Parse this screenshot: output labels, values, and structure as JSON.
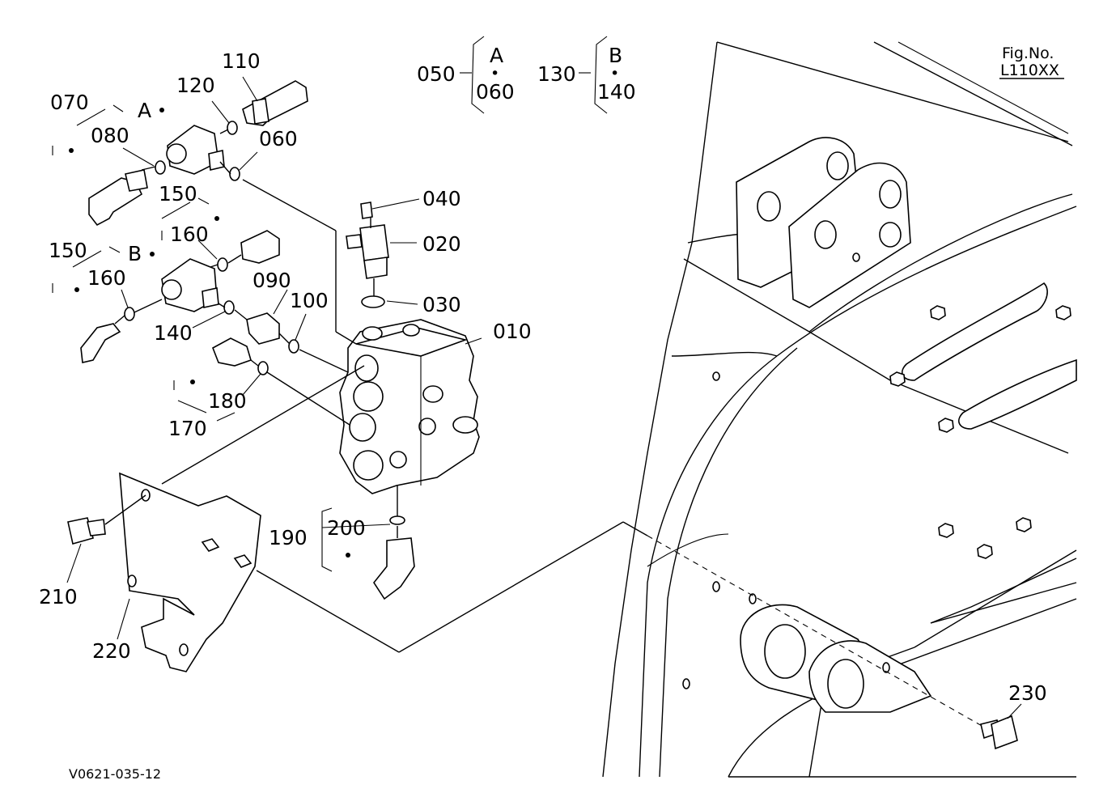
{
  "figure": {
    "fig_label": "Fig.No.",
    "fig_number": "L110XX",
    "reference_code": "V0621-035-12"
  },
  "groups": {
    "g050": {
      "id": "050",
      "variant": "A",
      "dot": "•",
      "sub": "060"
    },
    "g130": {
      "id": "130",
      "variant": "B",
      "dot": "•",
      "sub": "140"
    }
  },
  "markers": {
    "a": "A",
    "b": "B"
  },
  "callouts": [
    "010",
    "020",
    "030",
    "040",
    "060",
    "070",
    "080",
    "090",
    "100",
    "110",
    "120",
    "140",
    "150",
    "150",
    "160",
    "160",
    "170",
    "180",
    "190",
    "200",
    "210",
    "220",
    "230"
  ]
}
